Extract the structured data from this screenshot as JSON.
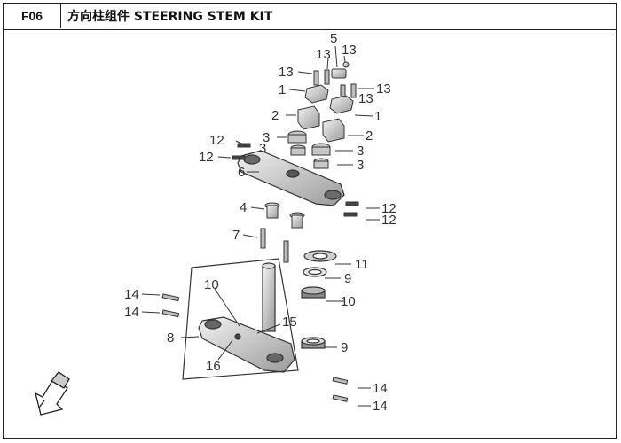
{
  "header": {
    "code": "F06",
    "title": "方向柱组件 STEERING STEM KIT"
  },
  "callouts": [
    "1",
    "2",
    "3",
    "4",
    "5",
    "6",
    "7",
    "8",
    "9",
    "10",
    "11",
    "12",
    "13",
    "14",
    "15",
    "16"
  ],
  "colors": {
    "line": "#333333",
    "part_fill": "#d9d9d9",
    "part_dark": "#555555"
  },
  "icons": [
    "front-direction-arrow-icon"
  ]
}
